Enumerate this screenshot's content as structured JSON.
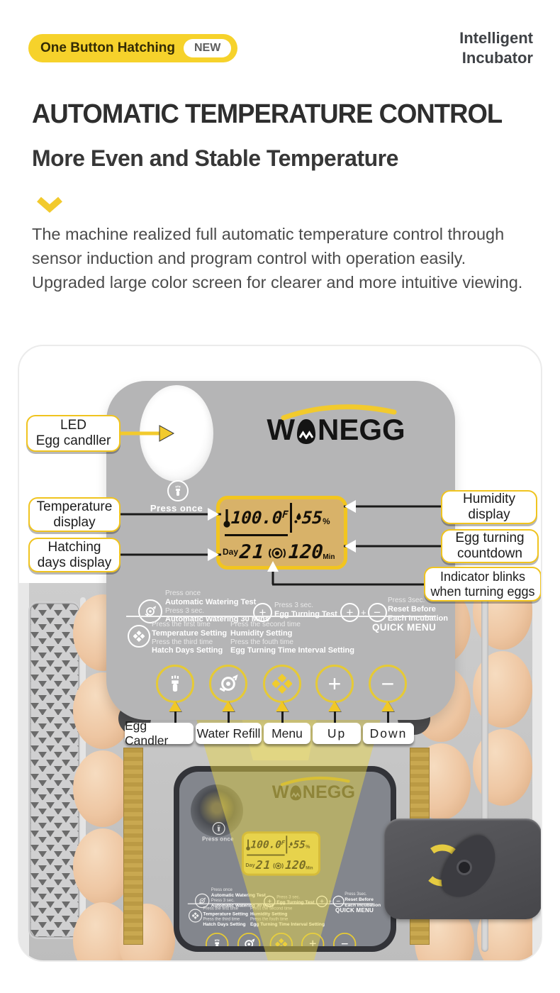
{
  "header": {
    "badge": {
      "label": "One Button Hatching",
      "tag": "NEW"
    },
    "product": {
      "line1": "Intelligent",
      "line2": "Incubator"
    }
  },
  "hero": {
    "title": "AUTOMATIC TEMPERATURE CONTROL",
    "subtitle": "More Even and Stable Temperature",
    "description": "The machine realized full automatic temperature control through sensor induction and program control with operation easily. Upgraded large color screen for clearer and more intuitive viewing."
  },
  "brand": {
    "left": "W",
    "right": "NEGG",
    "full": "WONEGG"
  },
  "diagram": {
    "press_once": "Press once",
    "lcd": {
      "temp": "100.0",
      "temp_unit": "F",
      "humidity": "55",
      "humidity_unit": "%",
      "day_label": "Day",
      "day": "21",
      "turn": "120",
      "turn_unit": "Min"
    },
    "callouts": {
      "led": {
        "line1": "LED",
        "line2": "Egg candller"
      },
      "temperature": {
        "line1": "Temperature",
        "line2": "display"
      },
      "hatching": {
        "line1": "Hatching",
        "line2": "days display"
      },
      "humidity": {
        "line1": "Humidity",
        "line2": "display"
      },
      "egg_turning": {
        "line1": "Egg turning",
        "line2": "countdown"
      },
      "indicator": {
        "line1": "Indicator blinks",
        "line2": "when turning eggs"
      }
    },
    "instructions": {
      "watering": {
        "p1": "Press once",
        "a1": "Automatic  Watering Test",
        "p2": "Press 3 sec.",
        "a2": "Automatic  Watering 30 Mins"
      },
      "turning_test": {
        "p": "Press 3 sec.",
        "a": "Egg Turning Test"
      },
      "reset": {
        "p": "Press  3sec.",
        "a1": "Reset Before",
        "a2": "Each Incubation"
      },
      "quick_menu": "QUICK MENU",
      "menu_steps": {
        "s1p": "Press the first time",
        "s1a": "Temperature Setting",
        "s2p": "Press the second time",
        "s2a": "Humidity Setting",
        "s3p": "Press the third time",
        "s3a": "Hatch Days Setting",
        "s4p": "Press the fouth  time",
        "s4a": "Egg Turning Time Interval Setting"
      }
    },
    "buttons": {
      "egg_candler": "Egg Candler",
      "water_refill": "Water Refill",
      "menu": "Menu",
      "up": "Up",
      "down": "Down"
    }
  },
  "colors": {
    "accent_yellow": "#F2CA2D",
    "badge_yellow": "#F6D22B",
    "panel_gray": "#B5B5B6",
    "lcd_background": "#D8B269",
    "lcd_border": "#F2C51F",
    "photo_gray": "#C7C7C7"
  }
}
